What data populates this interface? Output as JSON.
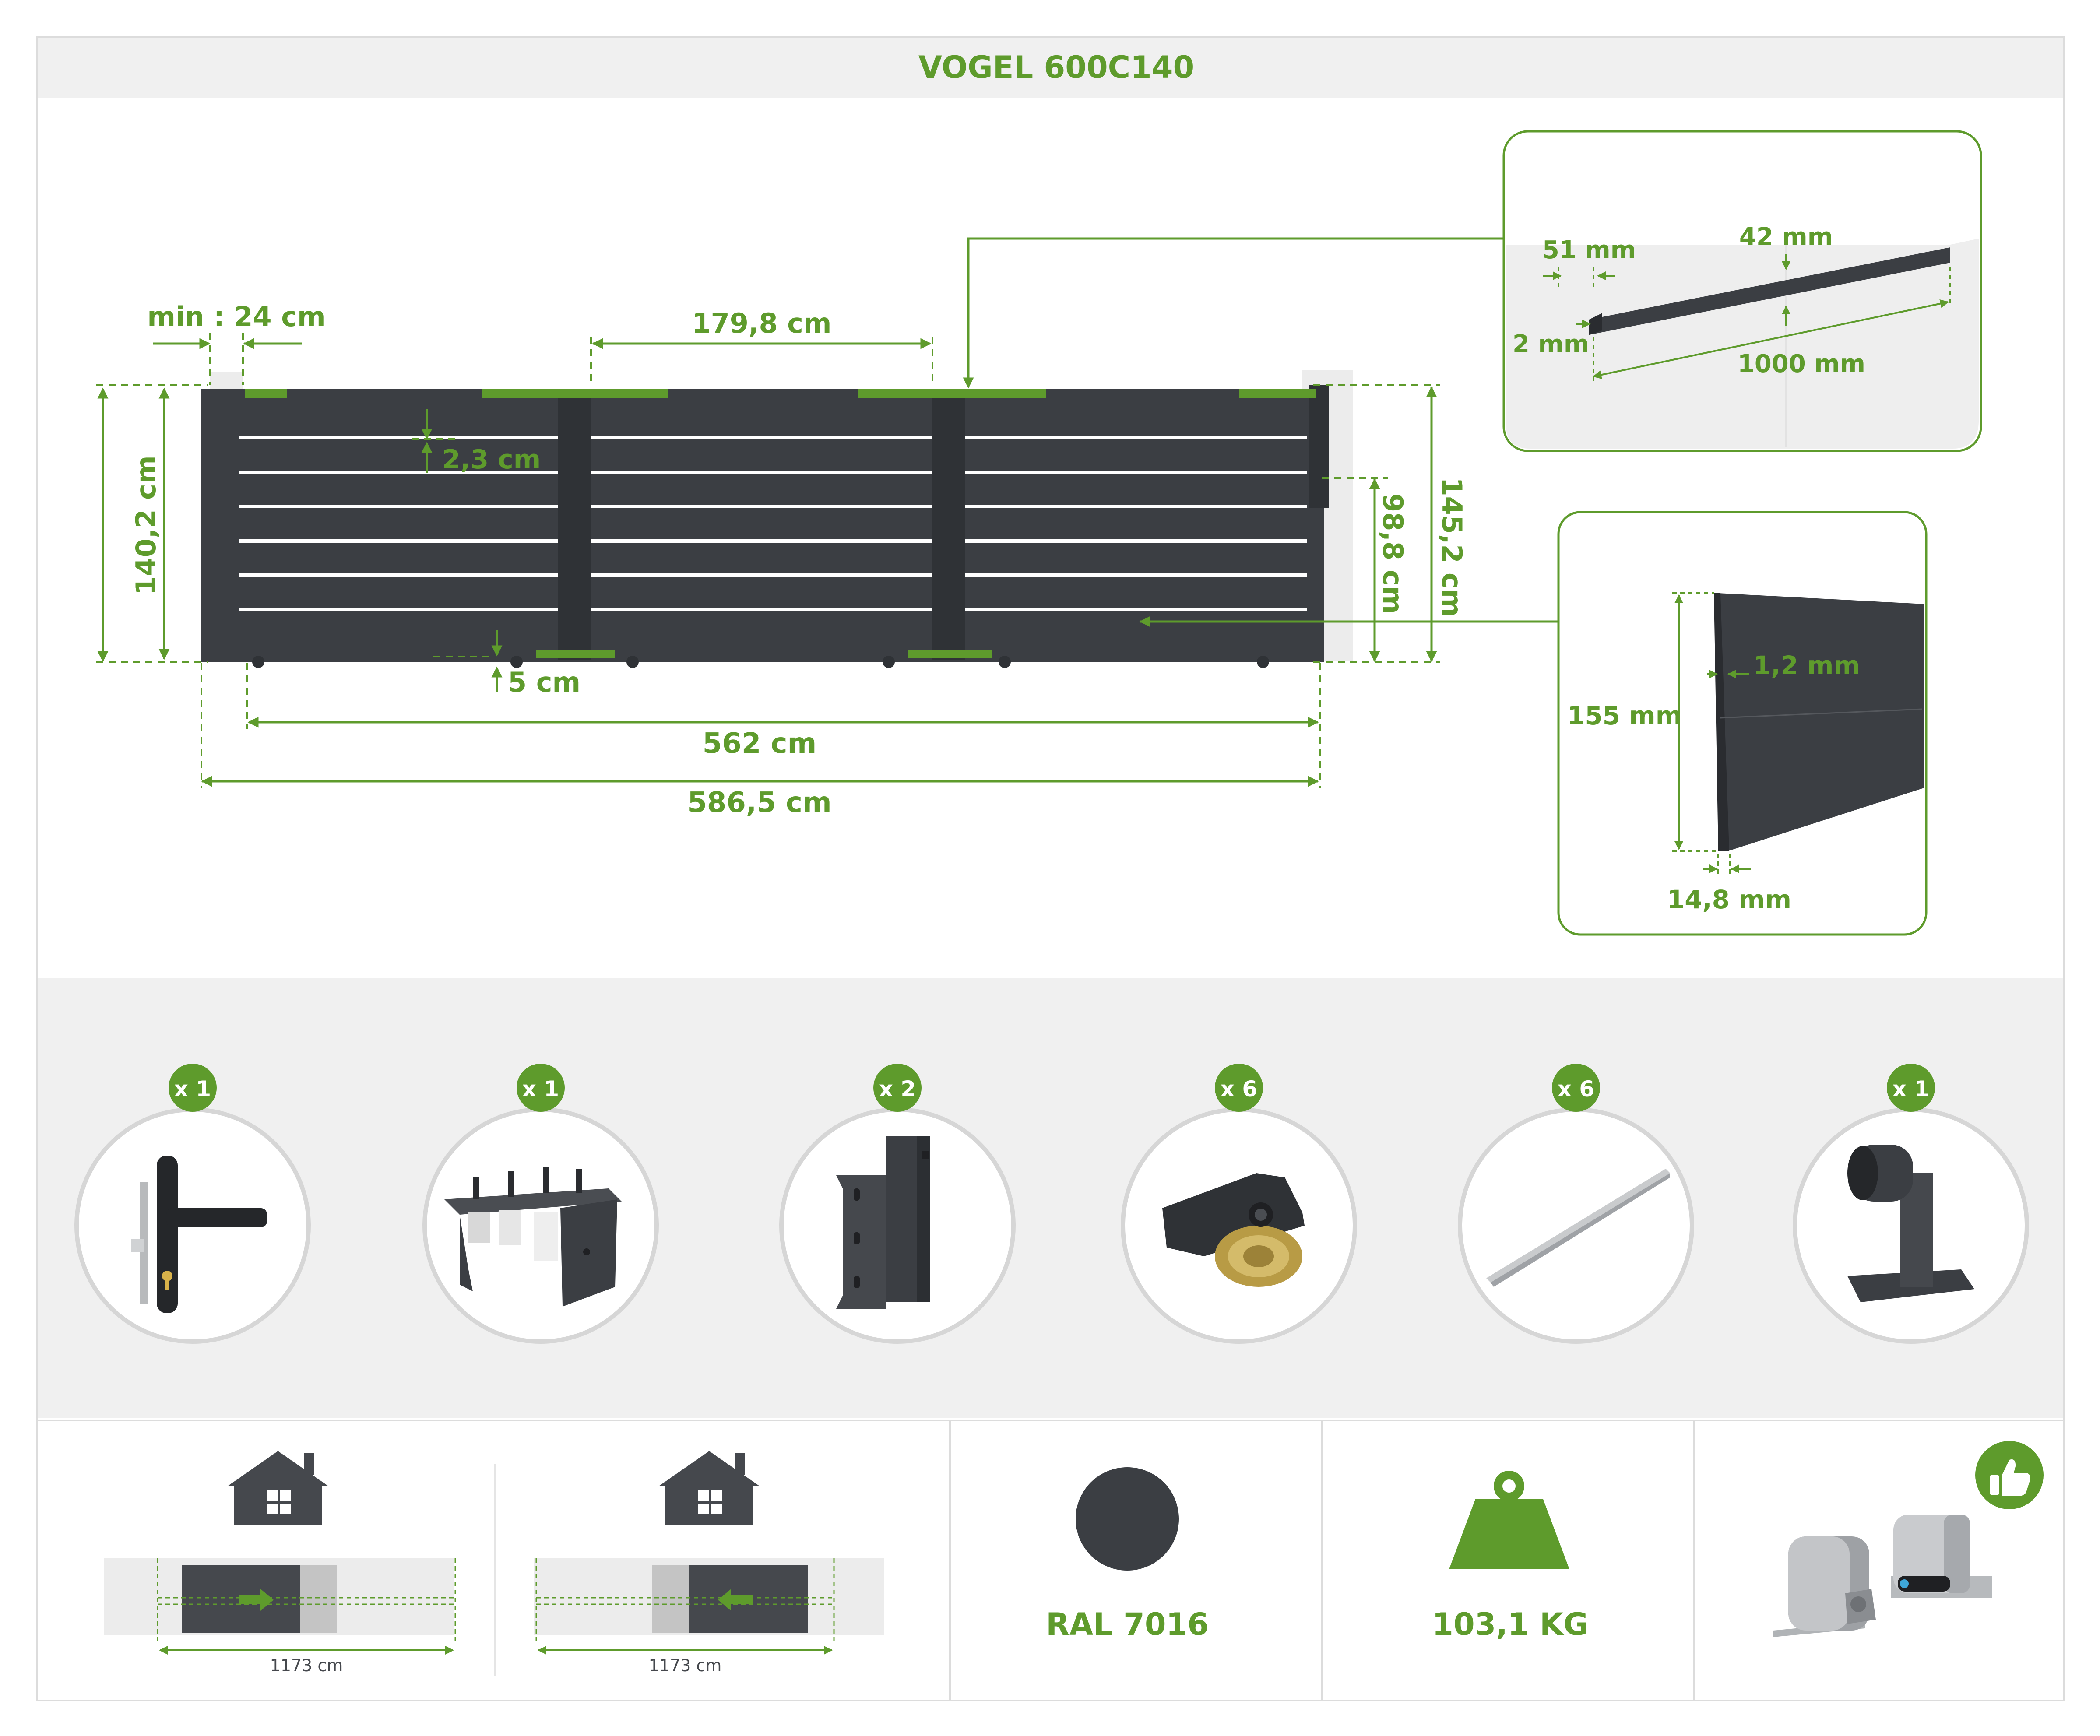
{
  "title": "VOGEL 600C140",
  "drawing": {
    "dims": {
      "min_post": "min : 24 cm",
      "section_width": "179,8 cm",
      "slat_gap": "2,3 cm",
      "gate_height": "140,2 cm",
      "lock_height": "98,8 cm",
      "total_height": "145,2 cm",
      "ground_gap": "5 cm",
      "opening": "562 cm",
      "total_length": "586,5 cm"
    },
    "rail": {
      "wall": "51 mm",
      "top": "42 mm",
      "thickness": "2 mm",
      "length": "1000 mm"
    },
    "slat": {
      "height": "155 mm",
      "thickness": "1,2 mm",
      "depth": "14,8 mm"
    }
  },
  "accessories": [
    {
      "qty": "x 1",
      "icon": "handle-lock-icon"
    },
    {
      "qty": "x 1",
      "icon": "roller-carriage-icon"
    },
    {
      "qty": "x 2",
      "icon": "bracket-icon"
    },
    {
      "qty": "x 6",
      "icon": "wheel-icon"
    },
    {
      "qty": "x 6",
      "icon": "guide-rail-icon"
    },
    {
      "qty": "x 1",
      "icon": "end-stop-icon"
    }
  ],
  "specs": {
    "opening_left_width": "1173 cm",
    "opening_right_width": "1173 cm",
    "color_label": "RAL 7016",
    "color_hex": "#3b3e43",
    "weight": "103,1 KG",
    "accent": "#5e9b2c"
  }
}
